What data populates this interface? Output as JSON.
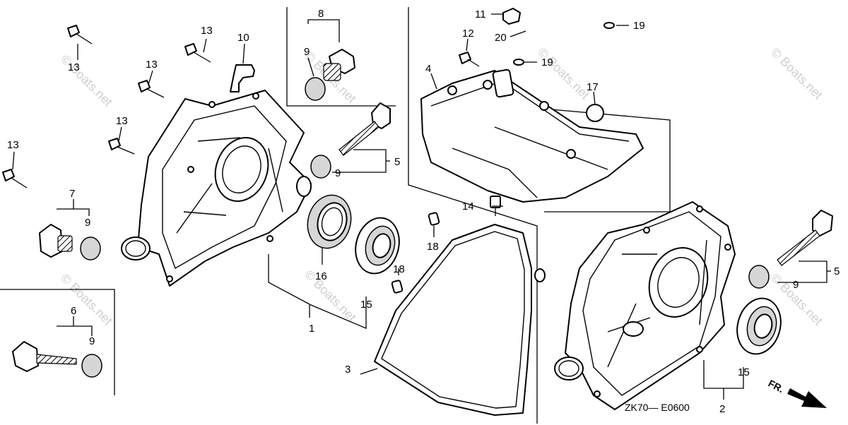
{
  "diagram": {
    "drawing_code": "ZK70— E0600",
    "direction_label": "FR.",
    "watermark": "© Boats.net",
    "callouts": {
      "c1": "1",
      "c2": "2",
      "c3": "3",
      "c4": "4",
      "c5a": "5",
      "c5b": "5",
      "c6": "6",
      "c7": "7",
      "c8": "8",
      "c9a": "9",
      "c9b": "9",
      "c9c": "9",
      "c9d": "9",
      "c9e": "9",
      "c10": "10",
      "c11": "11",
      "c12": "12",
      "c13a": "13",
      "c13b": "13",
      "c13c": "13",
      "c13d": "13",
      "c13e": "13",
      "c14": "14",
      "c15a": "15",
      "c15b": "15",
      "c16": "16",
      "c17": "17",
      "c18a": "18",
      "c18b": "18",
      "c19a": "19",
      "c19b": "19",
      "c20": "20"
    }
  }
}
